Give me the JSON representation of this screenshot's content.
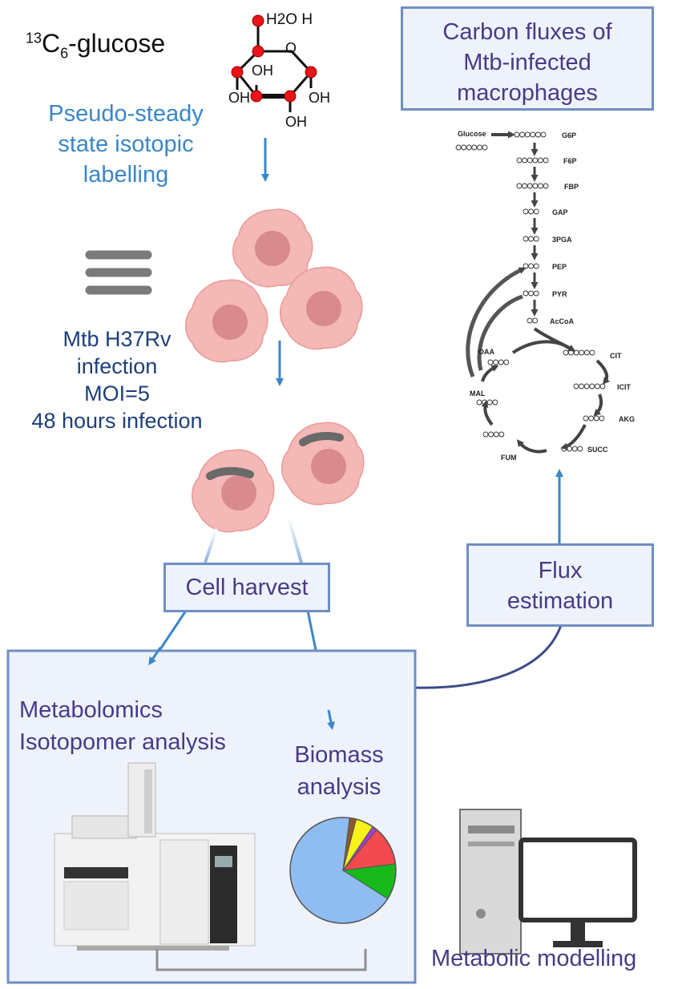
{
  "glucose_label": {
    "sup": "13",
    "base": "C",
    "sub": "6",
    "rest": "-glucose"
  },
  "glucose_structure": {
    "top": "H2O H",
    "ring_o": "O",
    "oh_inner": "OH",
    "oh_left": "OH",
    "oh_right": "OH",
    "oh_bottom": "OH"
  },
  "labelling_text": [
    "Pseudo-steady",
    "state isotopic",
    "labelling"
  ],
  "infection_text": [
    "Mtb H37Rv",
    "infection",
    "MOI=5",
    "48 hours infection"
  ],
  "fluxes_box": [
    "Carbon fluxes of",
    "Mtb-infected",
    "macrophages"
  ],
  "cell_harvest_box": "Cell harvest",
  "flux_estimation_box": [
    "Flux",
    "estimation"
  ],
  "metabolomics_text": [
    "Metabolomics",
    "Isotopomer analysis"
  ],
  "biomass_text": [
    "Biomass",
    "analysis"
  ],
  "metabolic_modelling_text": "Metabolic modelling",
  "pathway": {
    "glucose": "Glucose",
    "g6p": "G6P",
    "f6p": "F6P",
    "fbp": "FBP",
    "gap": "GAP",
    "pga": "3PGA",
    "pep": "PEP",
    "pyr": "PYR",
    "accoa": "AcCoA",
    "oaa": "OAA",
    "cit": "CIT",
    "icit": "ICIT",
    "akg": "AKG",
    "succ": "SUCC",
    "fum": "FUM",
    "mal": "MAL"
  },
  "pie_chart": {
    "colors": [
      "#8fbdf2",
      "#17b81c",
      "#f24a4e",
      "#a23fd6",
      "#f6f21a",
      "#8a5a2b"
    ],
    "values": [
      0.68,
      0.11,
      0.12,
      0.015,
      0.055,
      0.02
    ]
  }
}
